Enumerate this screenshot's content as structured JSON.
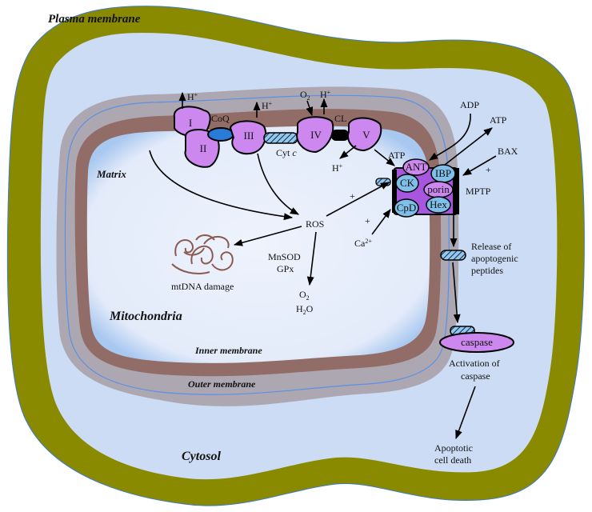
{
  "regions": {
    "plasma_membrane": "Plasma membrane",
    "matrix": "Matrix",
    "mitochondria": "Mitochondria",
    "inner_membrane": "Inner membrane",
    "outer_membrane": "Outer membrane",
    "cytosol": "Cytosol"
  },
  "complexes": {
    "c1": "I",
    "c2": "II",
    "c3": "III",
    "c4": "IV",
    "c5": "V",
    "coq": "CoQ",
    "cl": "CL",
    "cytc": "Cyt",
    "cytc_italic": "c"
  },
  "ions": {
    "h1": "H",
    "h2": "H",
    "h3": "H",
    "h4": "H",
    "plus": "+",
    "o2_top": "O",
    "two": "2",
    "atp_left": "ATP"
  },
  "mptp": {
    "label": "MPTP",
    "ant": "ANT",
    "ibp": "IBP",
    "ck": "CK",
    "porin": "porin",
    "cpd": "CpD",
    "hex": "Hex"
  },
  "right_labels": {
    "adp": "ADP",
    "atp": "ATP",
    "bax": "BAX",
    "plus_bax": "+"
  },
  "ros": {
    "label": "ROS",
    "plus_ros": "+",
    "plus_ca": "+",
    "ca": "Ca",
    "ca_sup": "2+",
    "mnsod": "MnSOD",
    "gpx": "GPx",
    "o2": "O",
    "o2_sub": "2",
    "h2o_h": "H",
    "h2o_sub": "2",
    "h2o_o": "O",
    "mtdna": "mtDNA  damage"
  },
  "apoptosis": {
    "release_line1": "Release  of",
    "release_line2": "apoptogenic",
    "release_line3": "peptides",
    "caspase": "caspase",
    "activation_line1": "Activation  of",
    "activation_line2": "caspase",
    "death_line1": "Apoptotic",
    "death_line2": "cell  death"
  },
  "colors": {
    "plasma_membrane": "#8a8a00",
    "cytosol": "#cddcf5",
    "matrix": "#e6eefb",
    "membrane_brown": "#8a5a4e",
    "complex_purple": "#cc88ee",
    "protein_blue": "#7fbfe8"
  }
}
